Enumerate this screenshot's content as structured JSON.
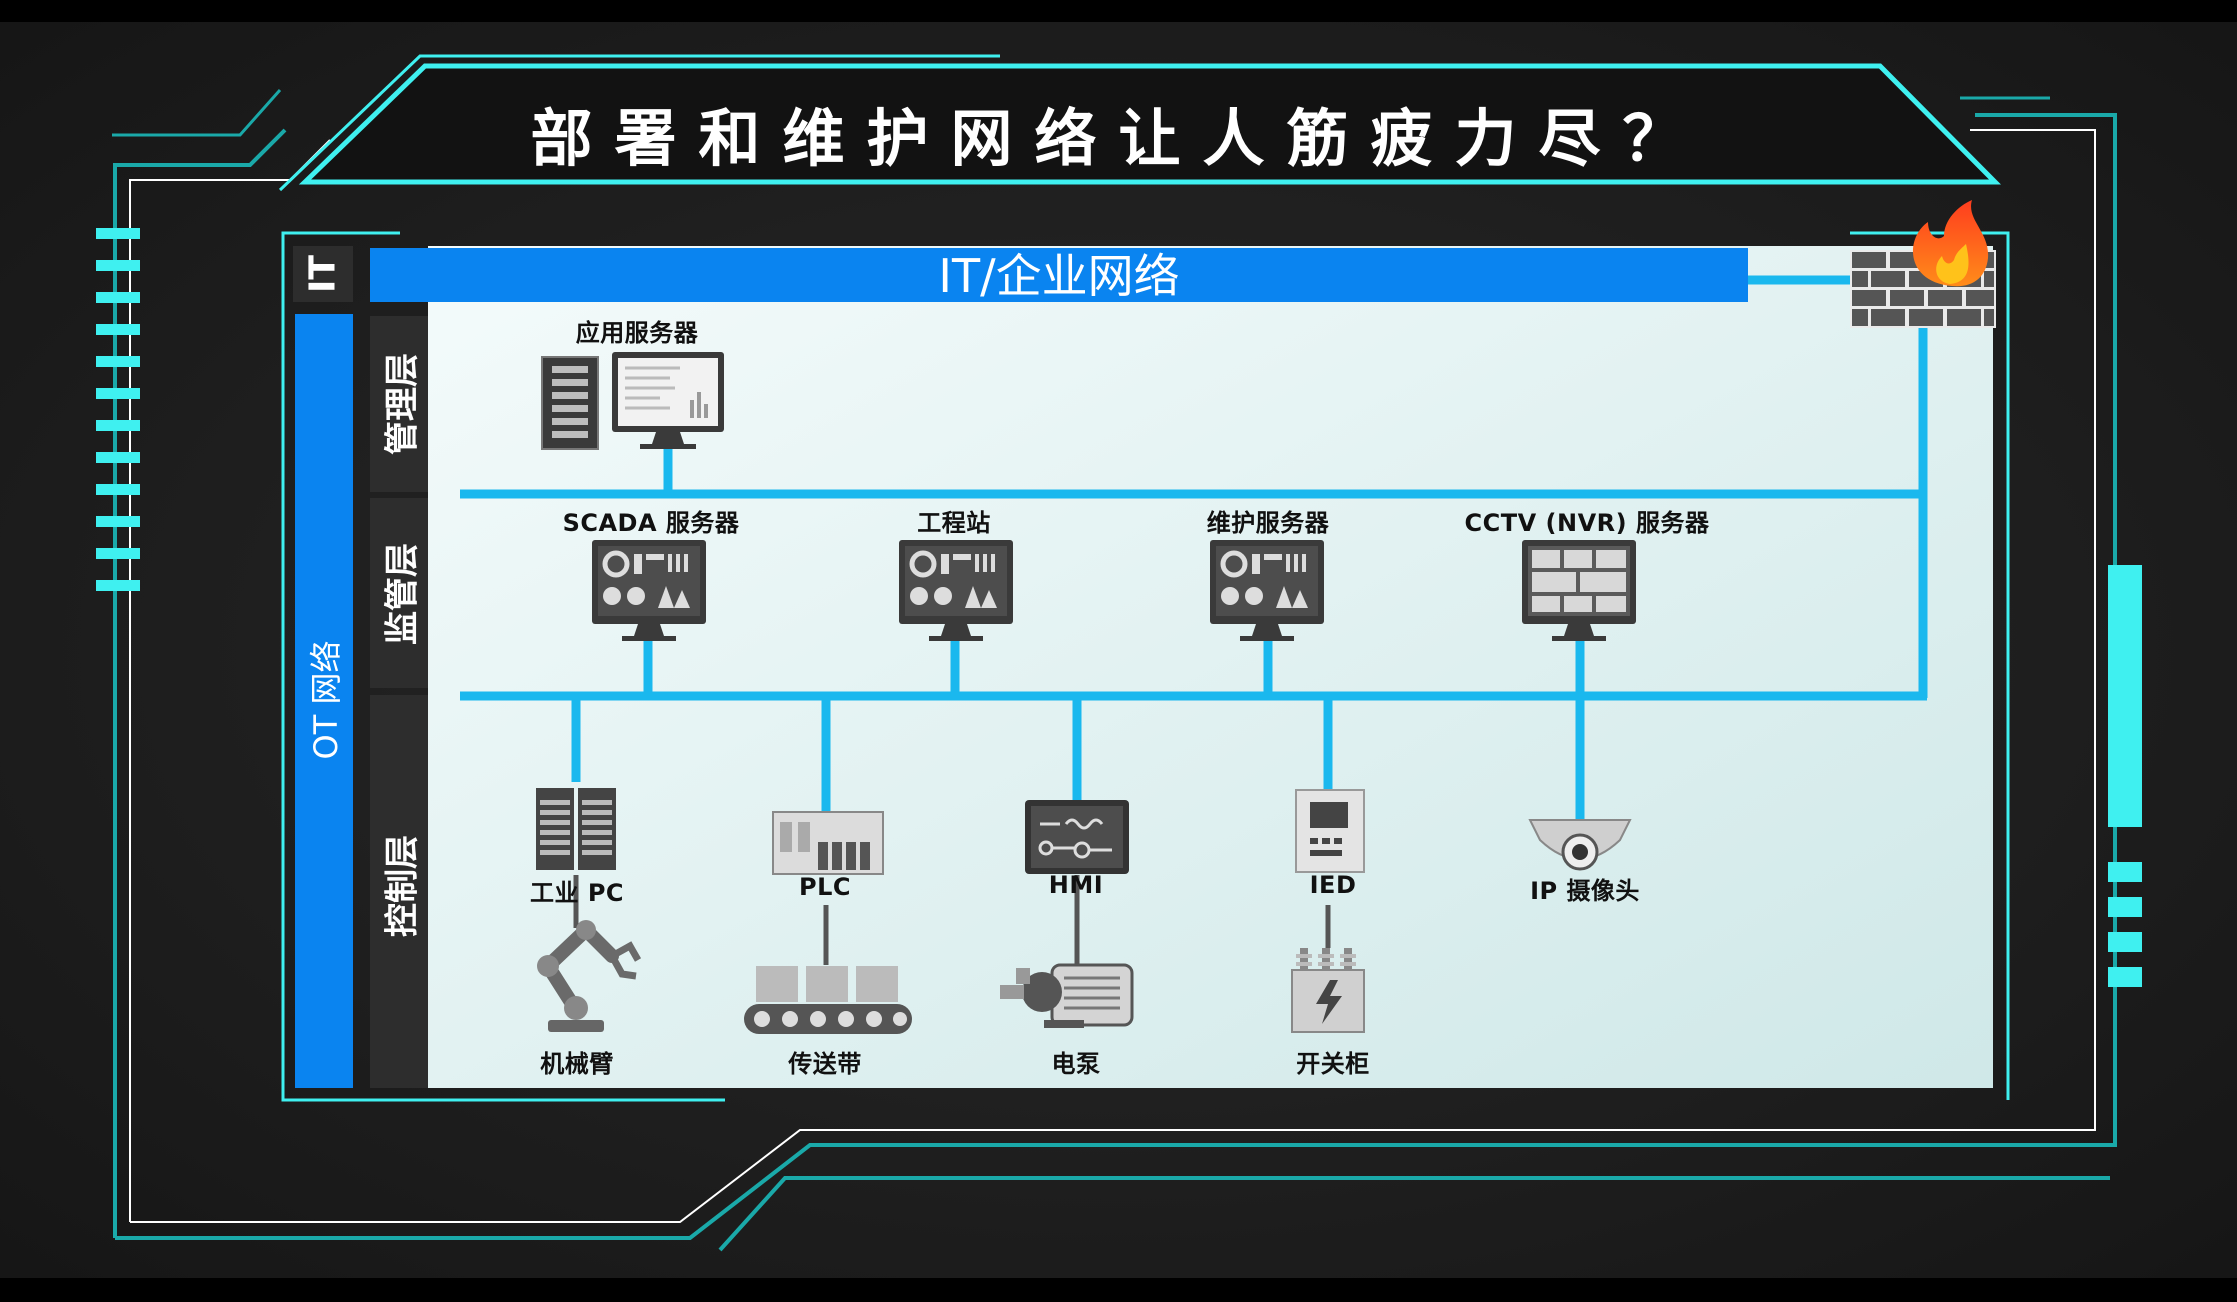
{
  "title": "部署和维护网络让人筋疲力尽？",
  "it_network": {
    "short_label": "IT",
    "label": "IT/企业网络"
  },
  "ot_network": {
    "label": "OT 网络"
  },
  "layers": {
    "management": "管理层",
    "supervision": "监管层",
    "control": "控制层"
  },
  "devices": {
    "app_server": "应用服务器",
    "scada_server": "SCADA 服务器",
    "engineering_station": "工程站",
    "maintenance_server": "维护服务器",
    "cctv_server": "CCTV (NVR) 服务器",
    "industrial_pc": "工业 PC",
    "plc": "PLC",
    "hmi": "HMI",
    "ied": "IED",
    "ip_camera": "IP 摄像头",
    "robot_arm": "机械臂",
    "conveyor": "传送带",
    "pump": "电泵",
    "switchgear": "开关柜"
  },
  "colors": {
    "frame_cyan": "#3ff0f0",
    "frame_teal": "#1aa9a9",
    "it_blue": "#0a84f0",
    "network_line": "#1ab8ee",
    "layer_band": "#2d2d2d",
    "fire": "#ff5a1e"
  }
}
